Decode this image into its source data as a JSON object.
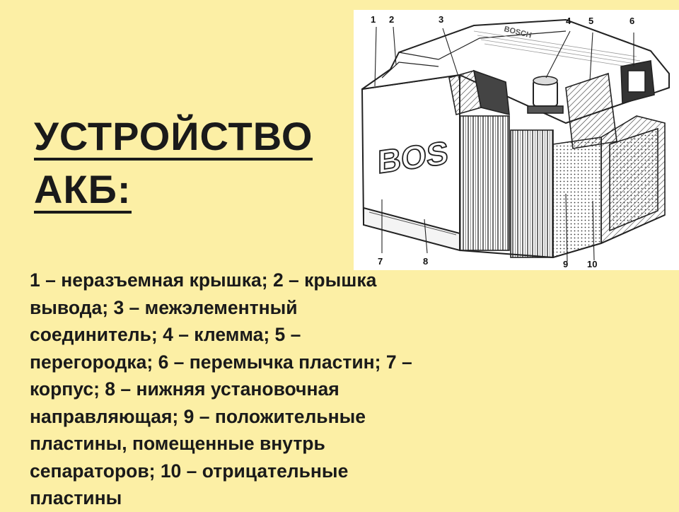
{
  "title": {
    "line1": "УСТРОЙСТВО ",
    "line2": "АКБ:"
  },
  "diagram": {
    "brand_text": "BOS",
    "lid_text": "BOSCH",
    "labels": [
      "1",
      "2",
      "3",
      "4",
      "5",
      "6",
      "7",
      "8",
      "9",
      "10"
    ]
  },
  "caption": {
    "lines": [
      "1 – неразъемная крышка; 2 – крышка",
      "вывода; 3 – межэлементный",
      "соединитель; 4 – клемма; 5 –",
      "перегородка; 6 – перемычка пластин; 7 –",
      "корпус; 8 – нижняя установочная",
      "направляющая; 9 – положительные",
      "пластины, помещенные внутрь",
      "сепараторов; 10 – отрицательные",
      "пластины"
    ]
  }
}
